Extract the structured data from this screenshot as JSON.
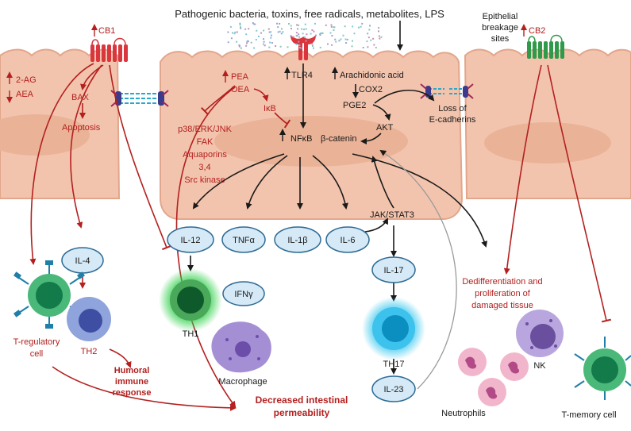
{
  "top_title": "Pathogenic bacteria, toxins, free radicals, metabolites, LPS",
  "epithelial_breakage": [
    "Epithelial",
    "breakage",
    "sites"
  ],
  "receptors": {
    "cb1": "CB1",
    "cb2": "CB2",
    "tlr4": "TLR4"
  },
  "left_cell": {
    "ag2": "2-AG",
    "aea": "AEA",
    "bax": "BAX",
    "apoptosis": "Apoptosis"
  },
  "center_cell": {
    "pea": "PEA",
    "oea": "OEA",
    "ikb": "IκB",
    "nfkb": "NFκB",
    "bcatenin": "β-catenin",
    "inhibited": [
      "p38/ERK/JNK",
      "FAK",
      "Aquaporins",
      "3,4",
      "Src kinase"
    ],
    "arachidonic": "Arachidonic acid",
    "cox2": "COX2",
    "pge2": "PGE2",
    "akt": "AKT",
    "ecad": [
      "Loss of",
      "E-cadherins"
    ]
  },
  "cytokines": {
    "il12": "IL-12",
    "tnfa": "TNFα",
    "il1b": "IL-1β",
    "il6": "IL-6",
    "il4": "IL-4",
    "il17": "IL-17",
    "il23": "IL-23",
    "ifng": "IFNγ",
    "jakstat": "JAK/STAT3"
  },
  "immune_cells": {
    "treg": [
      "T-regulatory",
      "cell"
    ],
    "th2": "TH2",
    "th1": "TH1",
    "macrophage": "Macrophage",
    "th17": "TH17",
    "neutrophils": "Neutrophils",
    "nk": "NK",
    "tmemory": "T-memory cell"
  },
  "outcomes": {
    "humoral": [
      "Humoral",
      "immune",
      "response"
    ],
    "permeability": [
      "Decreased intestinal",
      "permeability"
    ],
    "dediff": [
      "Dedifferentiation and",
      "proliferation of",
      "damaged tissue"
    ]
  },
  "colors": {
    "cell_fill": "#f3c4ad",
    "cell_stroke": "#e2a68c",
    "nucleus": "#eab398",
    "cytokine_fill": "#d5e9f6",
    "cytokine_stroke": "#2d6a94",
    "red": "#b3201f",
    "receptor_red": "#d9363e",
    "receptor_green": "#2f9a4a"
  }
}
